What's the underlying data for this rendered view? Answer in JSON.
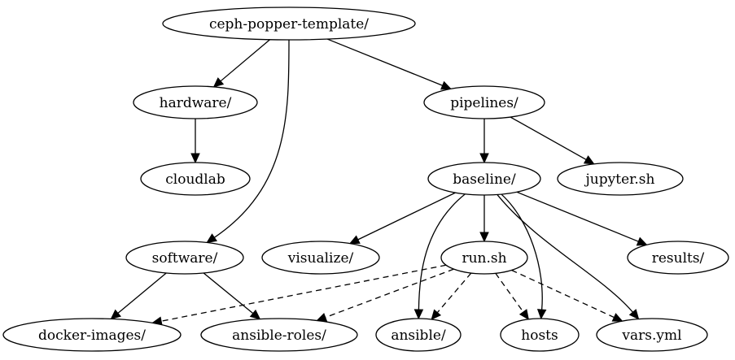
{
  "diagram": {
    "type": "directory-tree-graph",
    "nodes": [
      {
        "id": "root",
        "label": "ceph-popper-template/"
      },
      {
        "id": "hardware",
        "label": "hardware/"
      },
      {
        "id": "cloudlab",
        "label": "cloudlab"
      },
      {
        "id": "pipelines",
        "label": "pipelines/"
      },
      {
        "id": "baseline",
        "label": "baseline/"
      },
      {
        "id": "jupyter",
        "label": "jupyter.sh"
      },
      {
        "id": "software",
        "label": "software/"
      },
      {
        "id": "visualize",
        "label": "visualize/"
      },
      {
        "id": "run",
        "label": "run.sh"
      },
      {
        "id": "results",
        "label": "results/"
      },
      {
        "id": "docker",
        "label": "docker-images/"
      },
      {
        "id": "roles",
        "label": "ansible-roles/"
      },
      {
        "id": "ansible",
        "label": "ansible/"
      },
      {
        "id": "hosts",
        "label": "hosts"
      },
      {
        "id": "vars",
        "label": "vars.yml"
      }
    ],
    "edges": [
      {
        "from": "root",
        "to": "hardware",
        "style": "solid"
      },
      {
        "from": "root",
        "to": "pipelines",
        "style": "solid"
      },
      {
        "from": "root",
        "to": "software",
        "style": "solid"
      },
      {
        "from": "hardware",
        "to": "cloudlab",
        "style": "solid"
      },
      {
        "from": "pipelines",
        "to": "baseline",
        "style": "solid"
      },
      {
        "from": "pipelines",
        "to": "jupyter",
        "style": "solid"
      },
      {
        "from": "baseline",
        "to": "visualize",
        "style": "solid"
      },
      {
        "from": "baseline",
        "to": "run",
        "style": "solid"
      },
      {
        "from": "baseline",
        "to": "results",
        "style": "solid"
      },
      {
        "from": "baseline",
        "to": "ansible",
        "style": "solid"
      },
      {
        "from": "baseline",
        "to": "hosts",
        "style": "solid"
      },
      {
        "from": "baseline",
        "to": "vars",
        "style": "solid"
      },
      {
        "from": "software",
        "to": "docker",
        "style": "solid"
      },
      {
        "from": "software",
        "to": "roles",
        "style": "solid"
      },
      {
        "from": "run",
        "to": "docker",
        "style": "dashed"
      },
      {
        "from": "run",
        "to": "roles",
        "style": "dashed"
      },
      {
        "from": "run",
        "to": "ansible",
        "style": "dashed"
      },
      {
        "from": "run",
        "to": "hosts",
        "style": "dashed"
      },
      {
        "from": "run",
        "to": "vars",
        "style": "dashed"
      }
    ]
  }
}
